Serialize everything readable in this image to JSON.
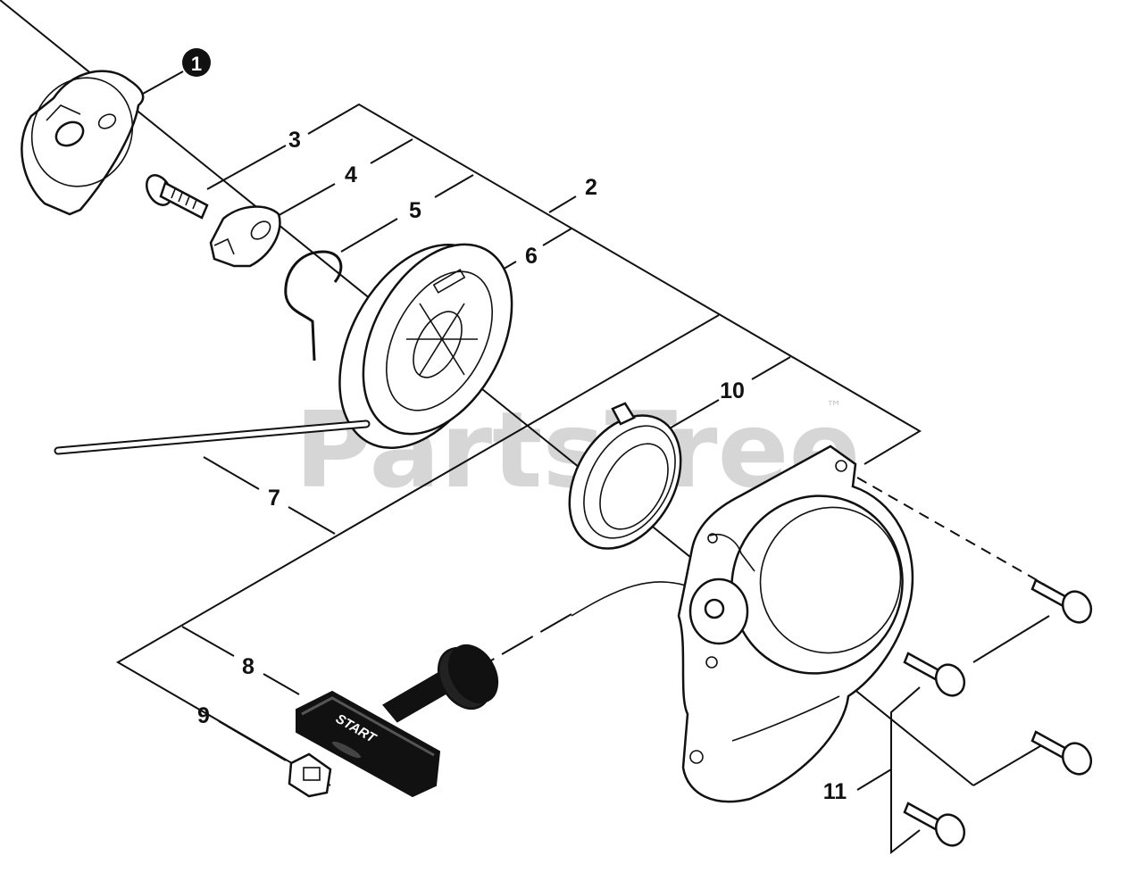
{
  "watermark": {
    "text": "PartsTree",
    "trademark": "™"
  },
  "callouts": {
    "c1": "1",
    "c2": "2",
    "c3": "3",
    "c4": "4",
    "c5": "5",
    "c6": "6",
    "c7": "7",
    "c8": "8",
    "c9": "9",
    "c10": "10",
    "c11": "11"
  },
  "handle": {
    "text": "START"
  }
}
